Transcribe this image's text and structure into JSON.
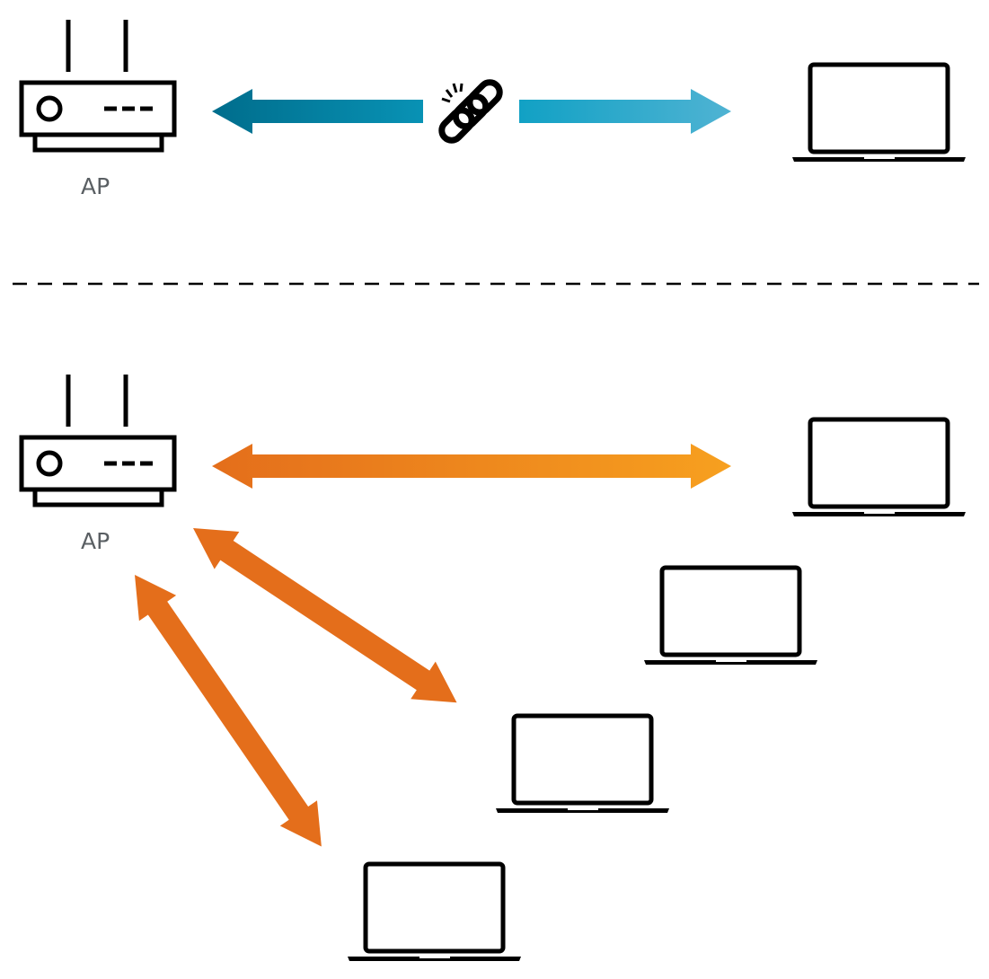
{
  "top_scenario": {
    "ap_label": "AP",
    "link_color_start": "#006d8c",
    "link_color_end": "#4fb3d3",
    "link_state": "broken-chain-icon"
  },
  "bottom_scenario": {
    "ap_label": "AP",
    "link_color_start": "#e46e1b",
    "link_color_end": "#f7a01f",
    "clients": [
      "laptop-icon",
      "laptop-icon",
      "laptop-icon",
      "laptop-icon"
    ]
  },
  "separator": {
    "style": "dashed",
    "color": "#000000"
  }
}
